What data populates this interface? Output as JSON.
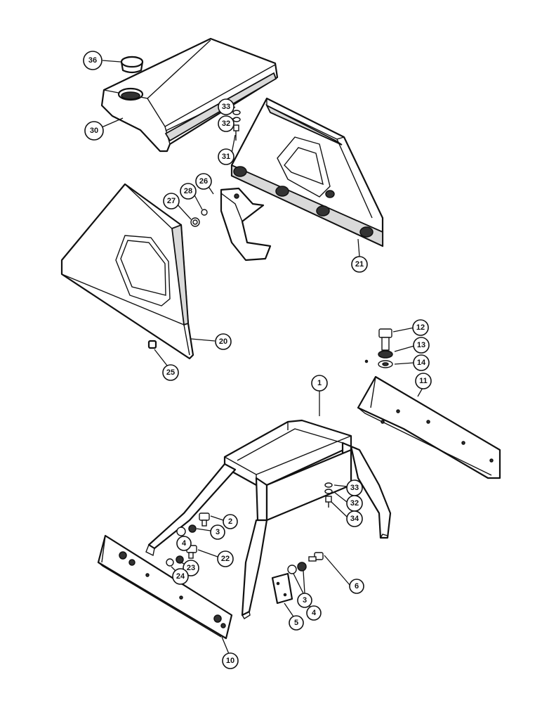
{
  "diagram": {
    "type": "exploded-parts-view",
    "line_color": "#111111",
    "background": "#ffffff",
    "callouts": [
      {
        "label": "36",
        "part": "plug"
      },
      {
        "label": "30",
        "part": "top-cover"
      },
      {
        "label": "33",
        "part": "lock-washer-upper"
      },
      {
        "label": "32",
        "part": "washer-upper"
      },
      {
        "label": "31",
        "part": "bolt-upper"
      },
      {
        "label": "26",
        "part": "small-part"
      },
      {
        "label": "28",
        "part": "washer"
      },
      {
        "label": "27",
        "part": "screw"
      },
      {
        "label": "21",
        "part": "rear-panel"
      },
      {
        "label": "20",
        "part": "side-panel"
      },
      {
        "label": "25",
        "part": "plug-small"
      },
      {
        "label": "12",
        "part": "bolt"
      },
      {
        "label": "13",
        "part": "lock-washer"
      },
      {
        "label": "14",
        "part": "washer"
      },
      {
        "label": "1",
        "part": "frame"
      },
      {
        "label": "11",
        "part": "right-bracket"
      },
      {
        "label": "33",
        "part": "lock-washer-lower"
      },
      {
        "label": "32",
        "part": "washer-lower"
      },
      {
        "label": "34",
        "part": "bolt-lower"
      },
      {
        "label": "2",
        "part": "bolt"
      },
      {
        "label": "3",
        "part": "lock-washer"
      },
      {
        "label": "4",
        "part": "washer"
      },
      {
        "label": "22",
        "part": "bolt"
      },
      {
        "label": "23",
        "part": "lock-washer"
      },
      {
        "label": "24",
        "part": "washer"
      },
      {
        "label": "6",
        "part": "bolt"
      },
      {
        "label": "3",
        "part": "lock-washer"
      },
      {
        "label": "4",
        "part": "washer"
      },
      {
        "label": "5",
        "part": "plate"
      },
      {
        "label": "10",
        "part": "front-bracket"
      }
    ]
  }
}
